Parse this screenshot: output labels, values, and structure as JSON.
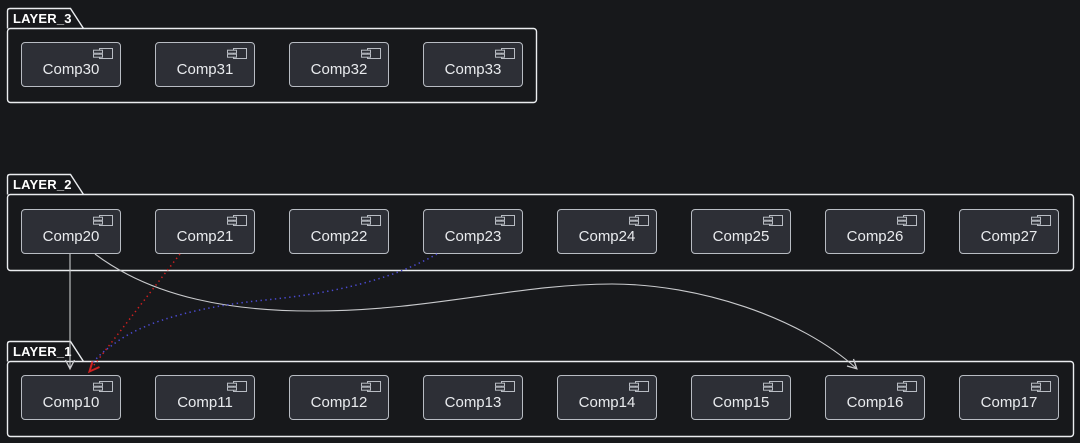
{
  "diagram": {
    "kind": "layered component diagram",
    "background": "#17181b"
  },
  "colors": {
    "component_fill": "#2d2f36",
    "component_border": "#b8bcc3",
    "package_border": "#ebedf0",
    "text": "#e9ebee",
    "edge_white": "#c9cacd",
    "edge_red": "#d02020",
    "edge_blue": "#4b4bd2"
  },
  "layers": [
    {
      "name": "LAYER_3",
      "components": [
        {
          "label": "Comp30"
        },
        {
          "label": "Comp31"
        },
        {
          "label": "Comp32"
        },
        {
          "label": "Comp33"
        }
      ]
    },
    {
      "name": "LAYER_2",
      "components": [
        {
          "label": "Comp20"
        },
        {
          "label": "Comp21"
        },
        {
          "label": "Comp22"
        },
        {
          "label": "Comp23"
        },
        {
          "label": "Comp24"
        },
        {
          "label": "Comp25"
        },
        {
          "label": "Comp26"
        },
        {
          "label": "Comp27"
        }
      ]
    },
    {
      "name": "LAYER_1",
      "components": [
        {
          "label": "Comp10"
        },
        {
          "label": "Comp11"
        },
        {
          "label": "Comp12"
        },
        {
          "label": "Comp13"
        },
        {
          "label": "Comp14"
        },
        {
          "label": "Comp15"
        },
        {
          "label": "Comp16"
        },
        {
          "label": "Comp17"
        }
      ]
    }
  ],
  "edges": [
    {
      "from": "Comp20",
      "to": "Comp10",
      "style": "solid",
      "color": "#c9cacd"
    },
    {
      "from": "Comp20",
      "to": "Comp16",
      "style": "solid",
      "color": "#c9cacd"
    },
    {
      "from": "Comp21",
      "to": "Comp10",
      "style": "dotted",
      "color": "#d02020"
    },
    {
      "from": "Comp23",
      "to": "Comp10",
      "style": "dotted",
      "color": "#4b4bd2"
    }
  ]
}
